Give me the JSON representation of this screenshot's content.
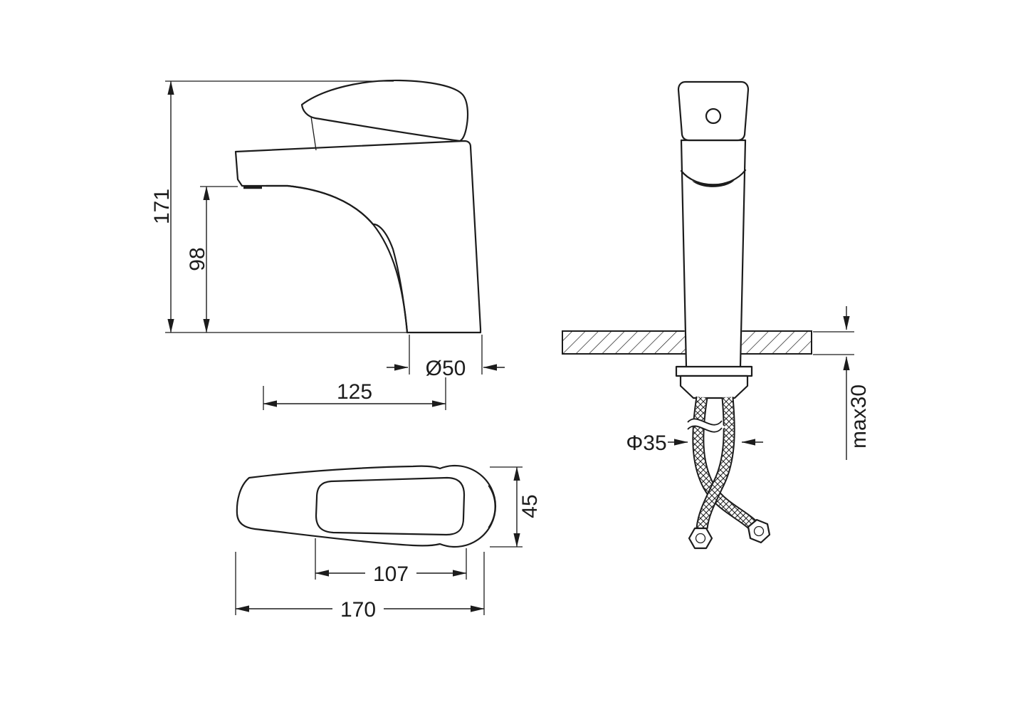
{
  "page": {
    "background": "#ffffff",
    "line_color": "#1c1c1c"
  },
  "views": {
    "side": {
      "dims": {
        "total_height": "171",
        "spout_height": "98",
        "base_diameter": "Ø50",
        "spout_reach": "125"
      }
    },
    "top": {
      "dims": {
        "handle_width": "45",
        "handle_length": "107",
        "total_length": "170"
      }
    },
    "front": {
      "dims": {
        "hole_diameter": "Φ35",
        "max_deck_thickness": "max30"
      }
    }
  }
}
